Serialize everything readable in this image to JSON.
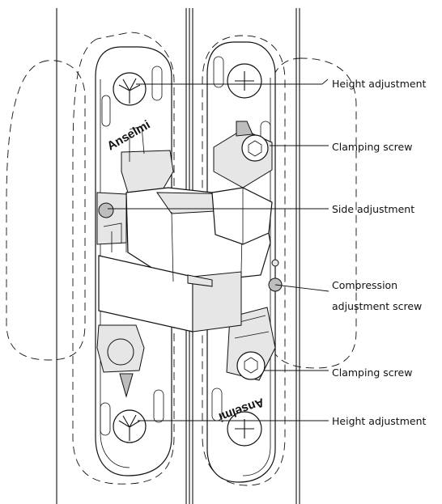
{
  "brand": {
    "top": "Anselmi",
    "bottom": "Anselmi"
  },
  "labels": {
    "height_top": "Height adjustment",
    "clamping_top": "Clamping screw",
    "side": "Side adjustment",
    "compression_1": "Compression",
    "compression_2": "adjustment screw",
    "clamping_bottom": "Clamping screw",
    "height_bottom": "Height adjustment"
  }
}
